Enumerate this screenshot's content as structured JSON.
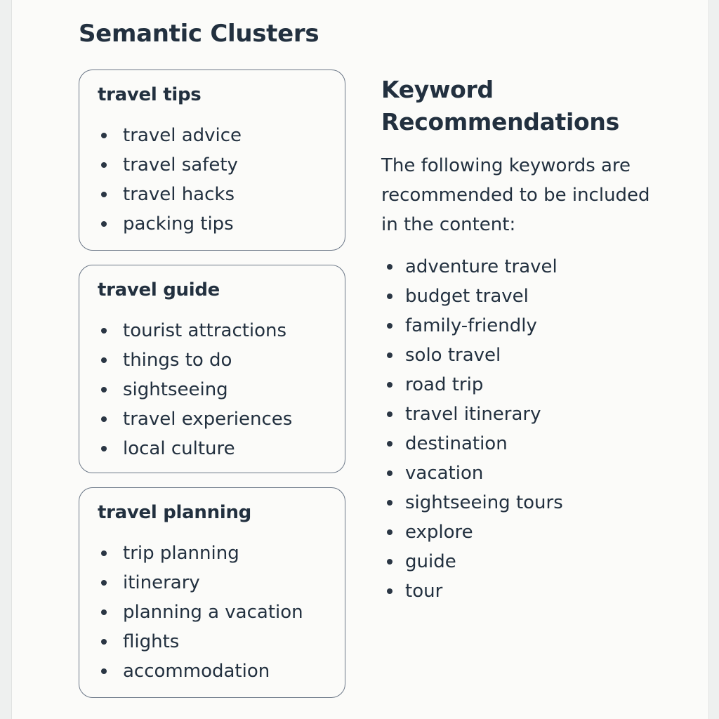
{
  "semantic_clusters": {
    "title": "Semantic Clusters",
    "clusters": [
      {
        "title": "travel tips",
        "items": [
          "travel advice",
          "travel safety",
          "travel hacks",
          "packing tips"
        ]
      },
      {
        "title": "travel guide",
        "items": [
          "tourist attractions",
          "things to do",
          "sightseeing",
          "travel experiences",
          "local culture"
        ]
      },
      {
        "title": "travel planning",
        "items": [
          "trip planning",
          "itinerary",
          "planning a vacation",
          "flights",
          "accommodation"
        ]
      }
    ]
  },
  "keyword_recommendations": {
    "title": "Keyword Recommendations",
    "description": "The following keywords are recommended to be included in the content:",
    "keywords": [
      "adventure travel",
      "budget travel",
      "family-friendly",
      "solo travel",
      "road trip",
      "travel itinerary",
      "destination",
      "vacation",
      "sightseeing tours",
      "explore",
      "guide",
      "tour"
    ]
  },
  "colors": {
    "text": "#22303f",
    "card_border": "#6b7787",
    "page_background": "#fbfbf9"
  }
}
